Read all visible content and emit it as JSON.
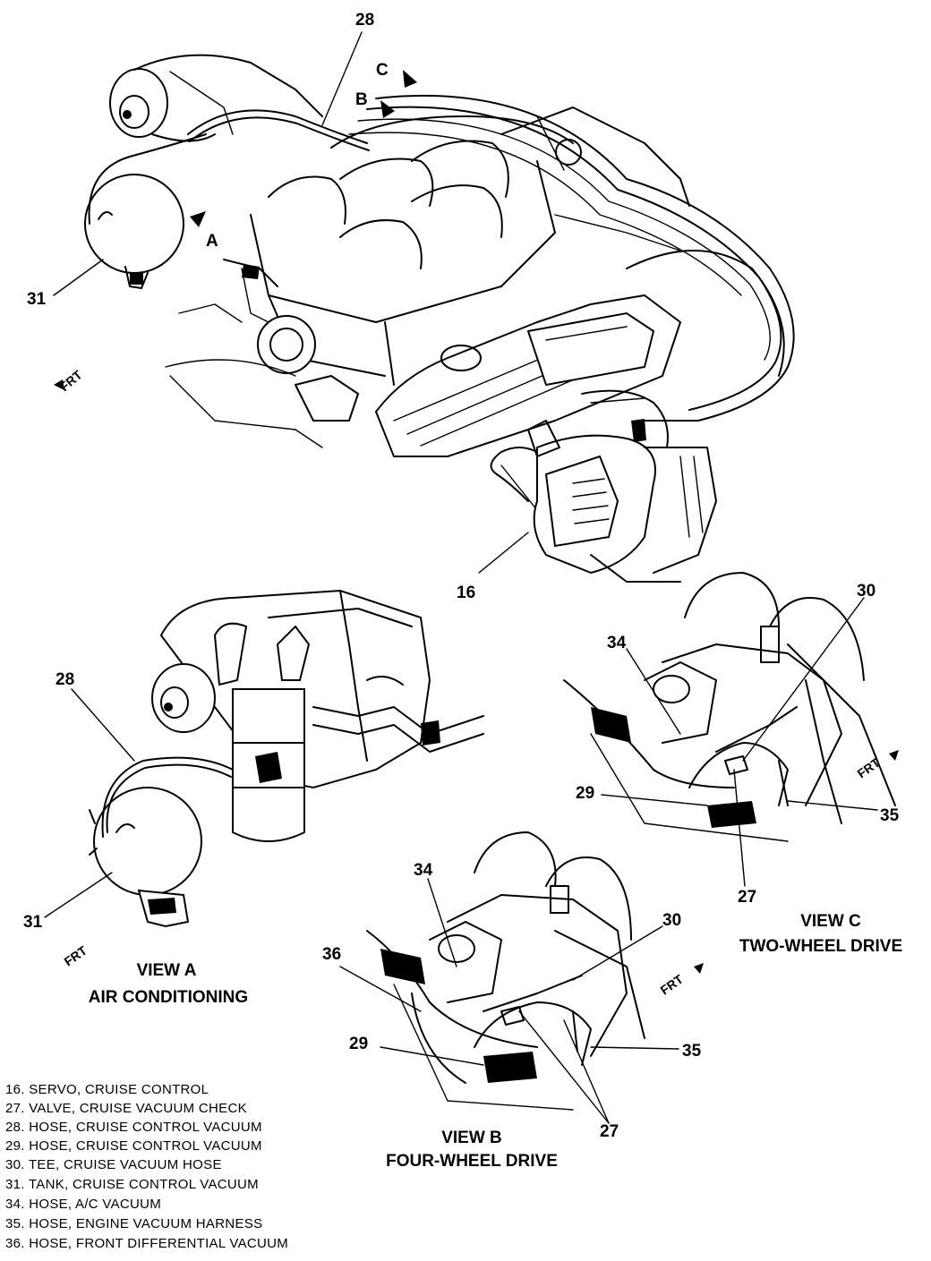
{
  "callouts": {
    "main_28": "28",
    "main_31": "31",
    "main_16": "16",
    "main_c": "C",
    "main_b": "B",
    "main_a": "A",
    "a_28": "28",
    "a_31": "31",
    "c_30": "30",
    "c_34": "34",
    "c_29": "29",
    "c_35": "35",
    "c_27": "27",
    "b_34": "34",
    "b_30": "30",
    "b_36": "36",
    "b_29": "29",
    "b_35": "35",
    "b_27": "27"
  },
  "frt_label": "FRT",
  "views": {
    "a_title": "VIEW A",
    "a_sub": "AIR CONDITIONING",
    "b_title": "VIEW B",
    "b_sub": "FOUR-WHEEL DRIVE",
    "c_title": "VIEW C",
    "c_sub": "TWO-WHEEL DRIVE"
  },
  "legend": [
    "16.  SERVO, CRUISE CONTROL",
    "27.  VALVE, CRUISE VACUUM CHECK",
    "28.  HOSE, CRUISE CONTROL VACUUM",
    "29.  HOSE, CRUISE CONTROL VACUUM",
    "30.  TEE, CRUISE VACUUM HOSE",
    "31.  TANK, CRUISE CONTROL VACUUM",
    "34.  HOSE, A/C VACUUM",
    "35.  HOSE, ENGINE VACUUM HARNESS",
    "36.  HOSE, FRONT DIFFERENTIAL VACUUM"
  ]
}
